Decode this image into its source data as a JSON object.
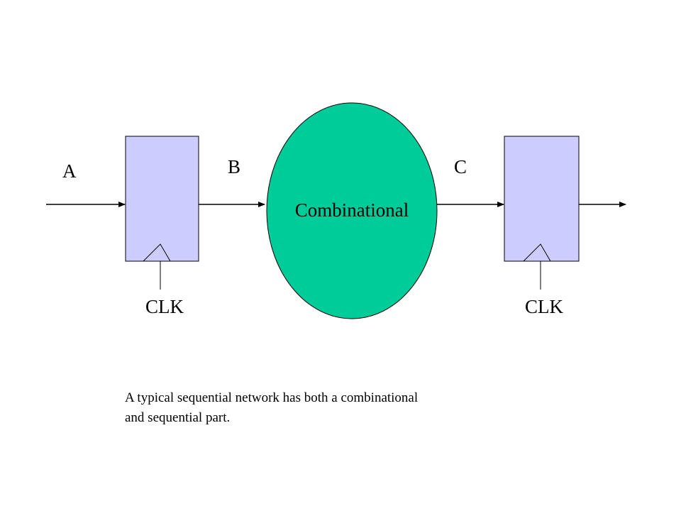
{
  "labels": {
    "input_a": "A",
    "signal_b": "B",
    "signal_c": "C",
    "combinational": "Combinational",
    "clk_left": "CLK",
    "clk_right": "CLK"
  },
  "caption": {
    "line1": "A typical sequential network has both a combinational",
    "line2": "and sequential part."
  },
  "colors": {
    "register_fill": "#ccccff",
    "combinational_fill": "#00cc99",
    "stroke": "#000000"
  }
}
